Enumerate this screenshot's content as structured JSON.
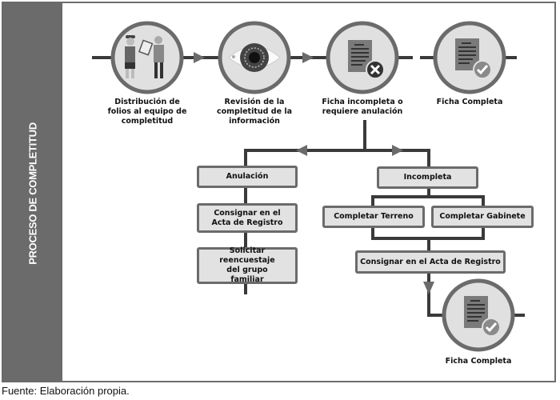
{
  "sidebar": {
    "title": "PROCESO DE COMPLETITUD"
  },
  "caption": "Fuente: Elaboración propia.",
  "colors": {
    "line": "#3a3a3a",
    "circle_border": "#6b6b6b",
    "circle_fill": "#e0e0e0",
    "box_fill": "#e2e2e2",
    "arrow": "#6b6b6b",
    "sidebar": "#6b6b6b"
  },
  "top_steps": [
    {
      "icon": "people-handing-clipboard-icon",
      "label": "Distribución  de folios al equipo  de completitud"
    },
    {
      "icon": "eye-icon",
      "label": "Revisión  de la completitud  de la información"
    },
    {
      "icon": "document-rejected-icon",
      "label": "Ficha  incompleta  o requiere anulación"
    },
    {
      "icon": "document-approved-icon",
      "label": "Ficha  Completa"
    }
  ],
  "left_branch": [
    {
      "label": "Anulación"
    },
    {
      "label": "Consignar  en el Acta de Registro"
    },
    {
      "label": "Solicitar reencuestaje  del grupo  familiar"
    }
  ],
  "right_branch": {
    "head": "Incompleta",
    "options": [
      "Completar  Terreno",
      "Completar  Gabinete"
    ],
    "record": "Consignar  en el Acta de Registro",
    "final": {
      "icon": "document-approved-icon",
      "label": "Ficha  Completa"
    }
  }
}
